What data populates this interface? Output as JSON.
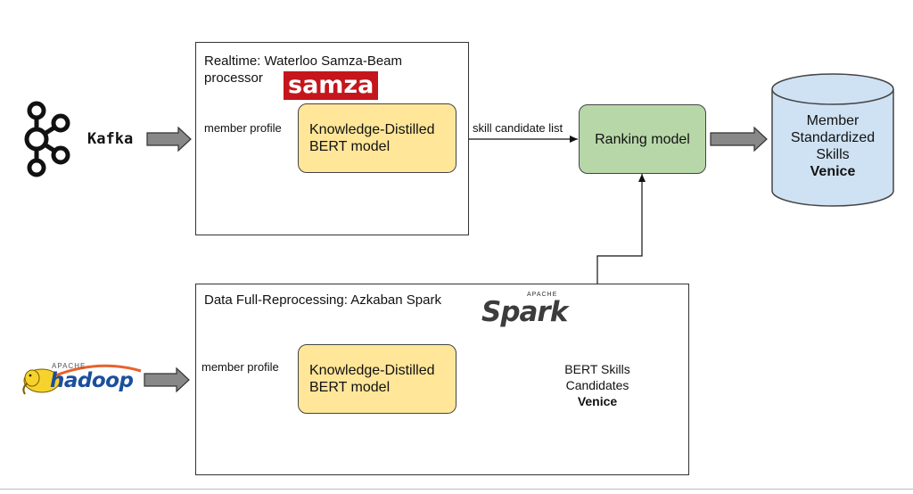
{
  "kafka": {
    "label": "Kafka"
  },
  "hadoop": {
    "apache_label": "APACHE",
    "label": "hadoop"
  },
  "realtime_panel": {
    "title": "Realtime: Waterloo Samza-Beam processor",
    "samza_logo": "samza",
    "input_label": "member profile",
    "model_label": "Knowledge-Distilled BERT model"
  },
  "edge_labels": {
    "skill_candidate_list": "skill candidate list"
  },
  "ranking": {
    "label": "Ranking model"
  },
  "output_store": {
    "lines": [
      "Member",
      "Standardized",
      "Skills"
    ],
    "name": "Venice"
  },
  "batch_panel": {
    "title": "Data Full-Reprocessing: Azkaban Spark",
    "spark_apache": "APACHE",
    "spark_logo": "Spark",
    "input_label": "member profile",
    "model_label": "Knowledge-Distilled BERT model"
  },
  "batch_store": {
    "lines": [
      "BERT Skills",
      "Candidates"
    ],
    "name": "Venice"
  },
  "colors": {
    "model_fill": "#ffe699",
    "ranking_fill": "#b7d7a8",
    "store_fill": "#cfe2f3",
    "samza_red": "#c4161c",
    "spark_orange": "#e25a1c"
  }
}
